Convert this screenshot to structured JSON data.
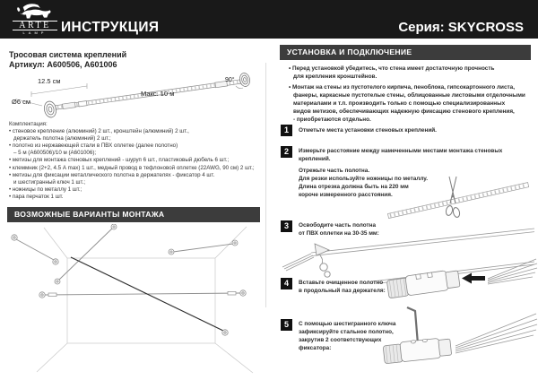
{
  "header": {
    "logo_brand": "ARTE",
    "logo_sub": "LAMP",
    "title": "ИНСТРУКЦИЯ",
    "series": "Серия: SKYCROSS"
  },
  "product": {
    "title": "Тросовая система креплений",
    "article": "Артикул: А600506, А601006",
    "labels": {
      "bracket": "12.5 см",
      "diameter": "Ø6 см",
      "max_length": "Макс. 10 м",
      "angle": "90°"
    }
  },
  "package": {
    "title": "Комплектация:",
    "items": [
      "• стеновое крепление (алюминий) 2 шт., кронштейн (алюминий) 2 шт.,\nдержатель полотна (алюминий) 2 шт.;",
      "• полотно из нержавеющей стали в ПВХ оплетке (далее полотно)\n– 5 м (А600506)/10 м (А601006);",
      "• метизы для монтажа стеновых креплений - шуруп 6 шт., пластиковый дюбель 6 шт.;",
      "• клеммник (2+2, 4.5 А max) 1 шт., медный провод в тефлоновой оплетке (22AWG, 90 см) 2 шт.;",
      "• метизы для фиксации металлического полотна в держателях - фиксатор 4 шт.\nи шестигранный ключ 1 шт.;",
      "• ножницы по металлу 1 шт.;",
      "• пара перчаток 1 шт."
    ]
  },
  "mounting": {
    "title": "ВОЗМОЖНЫЕ ВАРИАНТЫ МОНТАЖА"
  },
  "install": {
    "title": "УСТАНОВКА И ПОДКЛЮЧЕНИЕ",
    "notes": [
      "• Перед установкой убедитесь, что стена имеет достаточную прочность\nдля крепления кронштейнов.",
      "• Монтаж на стены из пустотелого кирпича, пеноблока, гипсокартонного листа,\nфанеры, каркасные пустотелые стены, облицованные листовыми отделочными\nматериалами и т.п. производить только с помощью специализированных\nвидов метизов, обеспечивающих надежную фиксацию стенового крепления,\n- приобретаются отдельно."
    ],
    "steps": [
      {
        "num": "1",
        "text": "Отметьте места установки стеновых креплений."
      },
      {
        "num": "2",
        "text": "Измерьте расстояние между намеченными местами монтажа стеновых\nкреплений.",
        "extra": "Отрежьте часть полотна.\nДля резки используйте ножницы по металлу.\nДлина отрезка должна быть на 220 мм\nкороче измеренного расстояния."
      },
      {
        "num": "3",
        "text": "Освободите часть полотна\nот ПВХ оплетки на 30-35 мм:"
      },
      {
        "num": "4",
        "text": "Вставьте очищенное полотно\nв продольный паз держателя:"
      },
      {
        "num": "5",
        "text": "С помощью шестигранного ключа\nзафиксируйте стальное полотно,\nзакрутив 2 соответствующих\nфиксатора:"
      }
    ]
  },
  "colors": {
    "header_bg": "#191919",
    "section_bg": "#3c3c3c",
    "badge_bg": "#111111",
    "line_art": "#999999",
    "dark_cable": "#2b2b2b"
  }
}
